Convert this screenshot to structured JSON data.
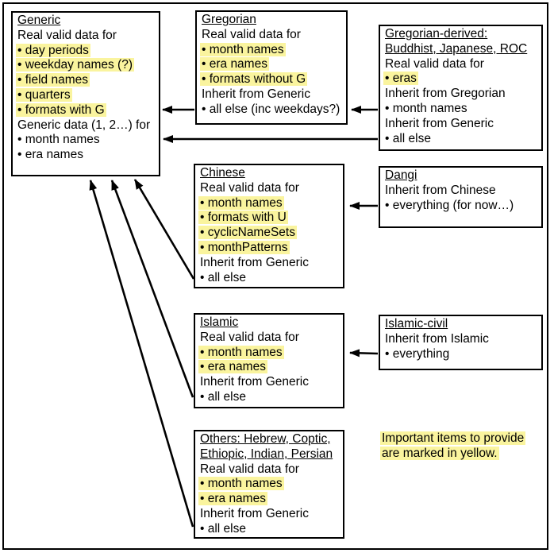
{
  "colors": {
    "highlight": "#FAF49E",
    "border": "#000000",
    "background": "#FFFFFF",
    "text": "#000000"
  },
  "boxes": {
    "generic": {
      "lines": [
        {
          "text": "Generic",
          "underline": true
        },
        {
          "text": "Real valid data for"
        },
        {
          "text": "• day periods",
          "highlight": true
        },
        {
          "text": "• weekday names (?)",
          "highlight": true
        },
        {
          "text": "• field names",
          "highlight": true
        },
        {
          "text": "• quarters",
          "highlight": true
        },
        {
          "text": "• formats with G",
          "highlight": true
        },
        {
          "text": "Generic data (1, 2…) for"
        },
        {
          "text": "• month names"
        },
        {
          "text": "• era names"
        }
      ]
    },
    "gregorian": {
      "lines": [
        {
          "text": "Gregorian",
          "underline": true
        },
        {
          "text": "Real valid data for"
        },
        {
          "text": "• month names",
          "highlight": true
        },
        {
          "text": "• era names",
          "highlight": true
        },
        {
          "text": "• formats without G",
          "highlight": true
        },
        {
          "text": "Inherit from Generic"
        },
        {
          "text": "• all else (inc weekdays?)"
        }
      ]
    },
    "gregorian_derived": {
      "lines": [
        {
          "text": "Gregorian-derived:",
          "underline": true
        },
        {
          "text": "Buddhist, Japanese, ROC",
          "underline": true
        },
        {
          "text": "Real valid data for"
        },
        {
          "text": "• eras",
          "highlight": true
        },
        {
          "text": "Inherit from Gregorian"
        },
        {
          "text": "• month names"
        },
        {
          "text": "Inherit from Generic"
        },
        {
          "text": "• all else"
        }
      ]
    },
    "chinese": {
      "lines": [
        {
          "text": "Chinese",
          "underline": true
        },
        {
          "text": "Real valid data for"
        },
        {
          "text": "• month names",
          "highlight": true
        },
        {
          "text": "• formats with U",
          "highlight": true
        },
        {
          "text": "• cyclicNameSets",
          "highlight": true
        },
        {
          "text": "• monthPatterns",
          "highlight": true
        },
        {
          "text": "Inherit from Generic"
        },
        {
          "text": "• all else"
        }
      ]
    },
    "dangi": {
      "lines": [
        {
          "text": "Dangi",
          "underline": true
        },
        {
          "text": "Inherit from Chinese"
        },
        {
          "text": "• everything (for now…)"
        }
      ]
    },
    "islamic": {
      "lines": [
        {
          "text": "Islamic",
          "underline": true
        },
        {
          "text": "Real valid data for"
        },
        {
          "text": "• month names",
          "highlight": true
        },
        {
          "text": "• era names",
          "highlight": true
        },
        {
          "text": "Inherit from Generic"
        },
        {
          "text": "• all else"
        }
      ]
    },
    "islamic_civil": {
      "lines": [
        {
          "text": "Islamic-civil",
          "underline": true
        },
        {
          "text": "Inherit from Islamic"
        },
        {
          "text": "• everything"
        }
      ]
    },
    "others": {
      "lines": [
        {
          "text": "Others: Hebrew, Coptic,",
          "underline": true
        },
        {
          "text": "Ethiopic, Indian, Persian",
          "underline": true
        },
        {
          "text": "Real valid data for"
        },
        {
          "text": "• month names",
          "highlight": true
        },
        {
          "text": "• era names",
          "highlight": true
        },
        {
          "text": "Inherit from Generic"
        },
        {
          "text": "• all else"
        }
      ]
    },
    "note": {
      "lines": [
        {
          "text": "Important items to provide",
          "highlight": true
        },
        {
          "text": "are marked in yellow.",
          "highlight": true
        }
      ]
    }
  },
  "arrows": [
    {
      "from": "Gregorian (all else)",
      "to": "Generic (formats with G)"
    },
    {
      "from": "Gregorian-derived (month names)",
      "to": "Gregorian"
    },
    {
      "from": "Gregorian-derived (all else)",
      "to": "Generic (month names)"
    },
    {
      "from": "Dangi (everything)",
      "to": "Chinese (month names)"
    },
    {
      "from": "Islamic-civil (everything)",
      "to": "Islamic (month names)"
    },
    {
      "from": "Chinese (all else)",
      "to": "Generic"
    },
    {
      "from": "Islamic (all else)",
      "to": "Generic"
    },
    {
      "from": "Others (all else)",
      "to": "Generic"
    }
  ]
}
